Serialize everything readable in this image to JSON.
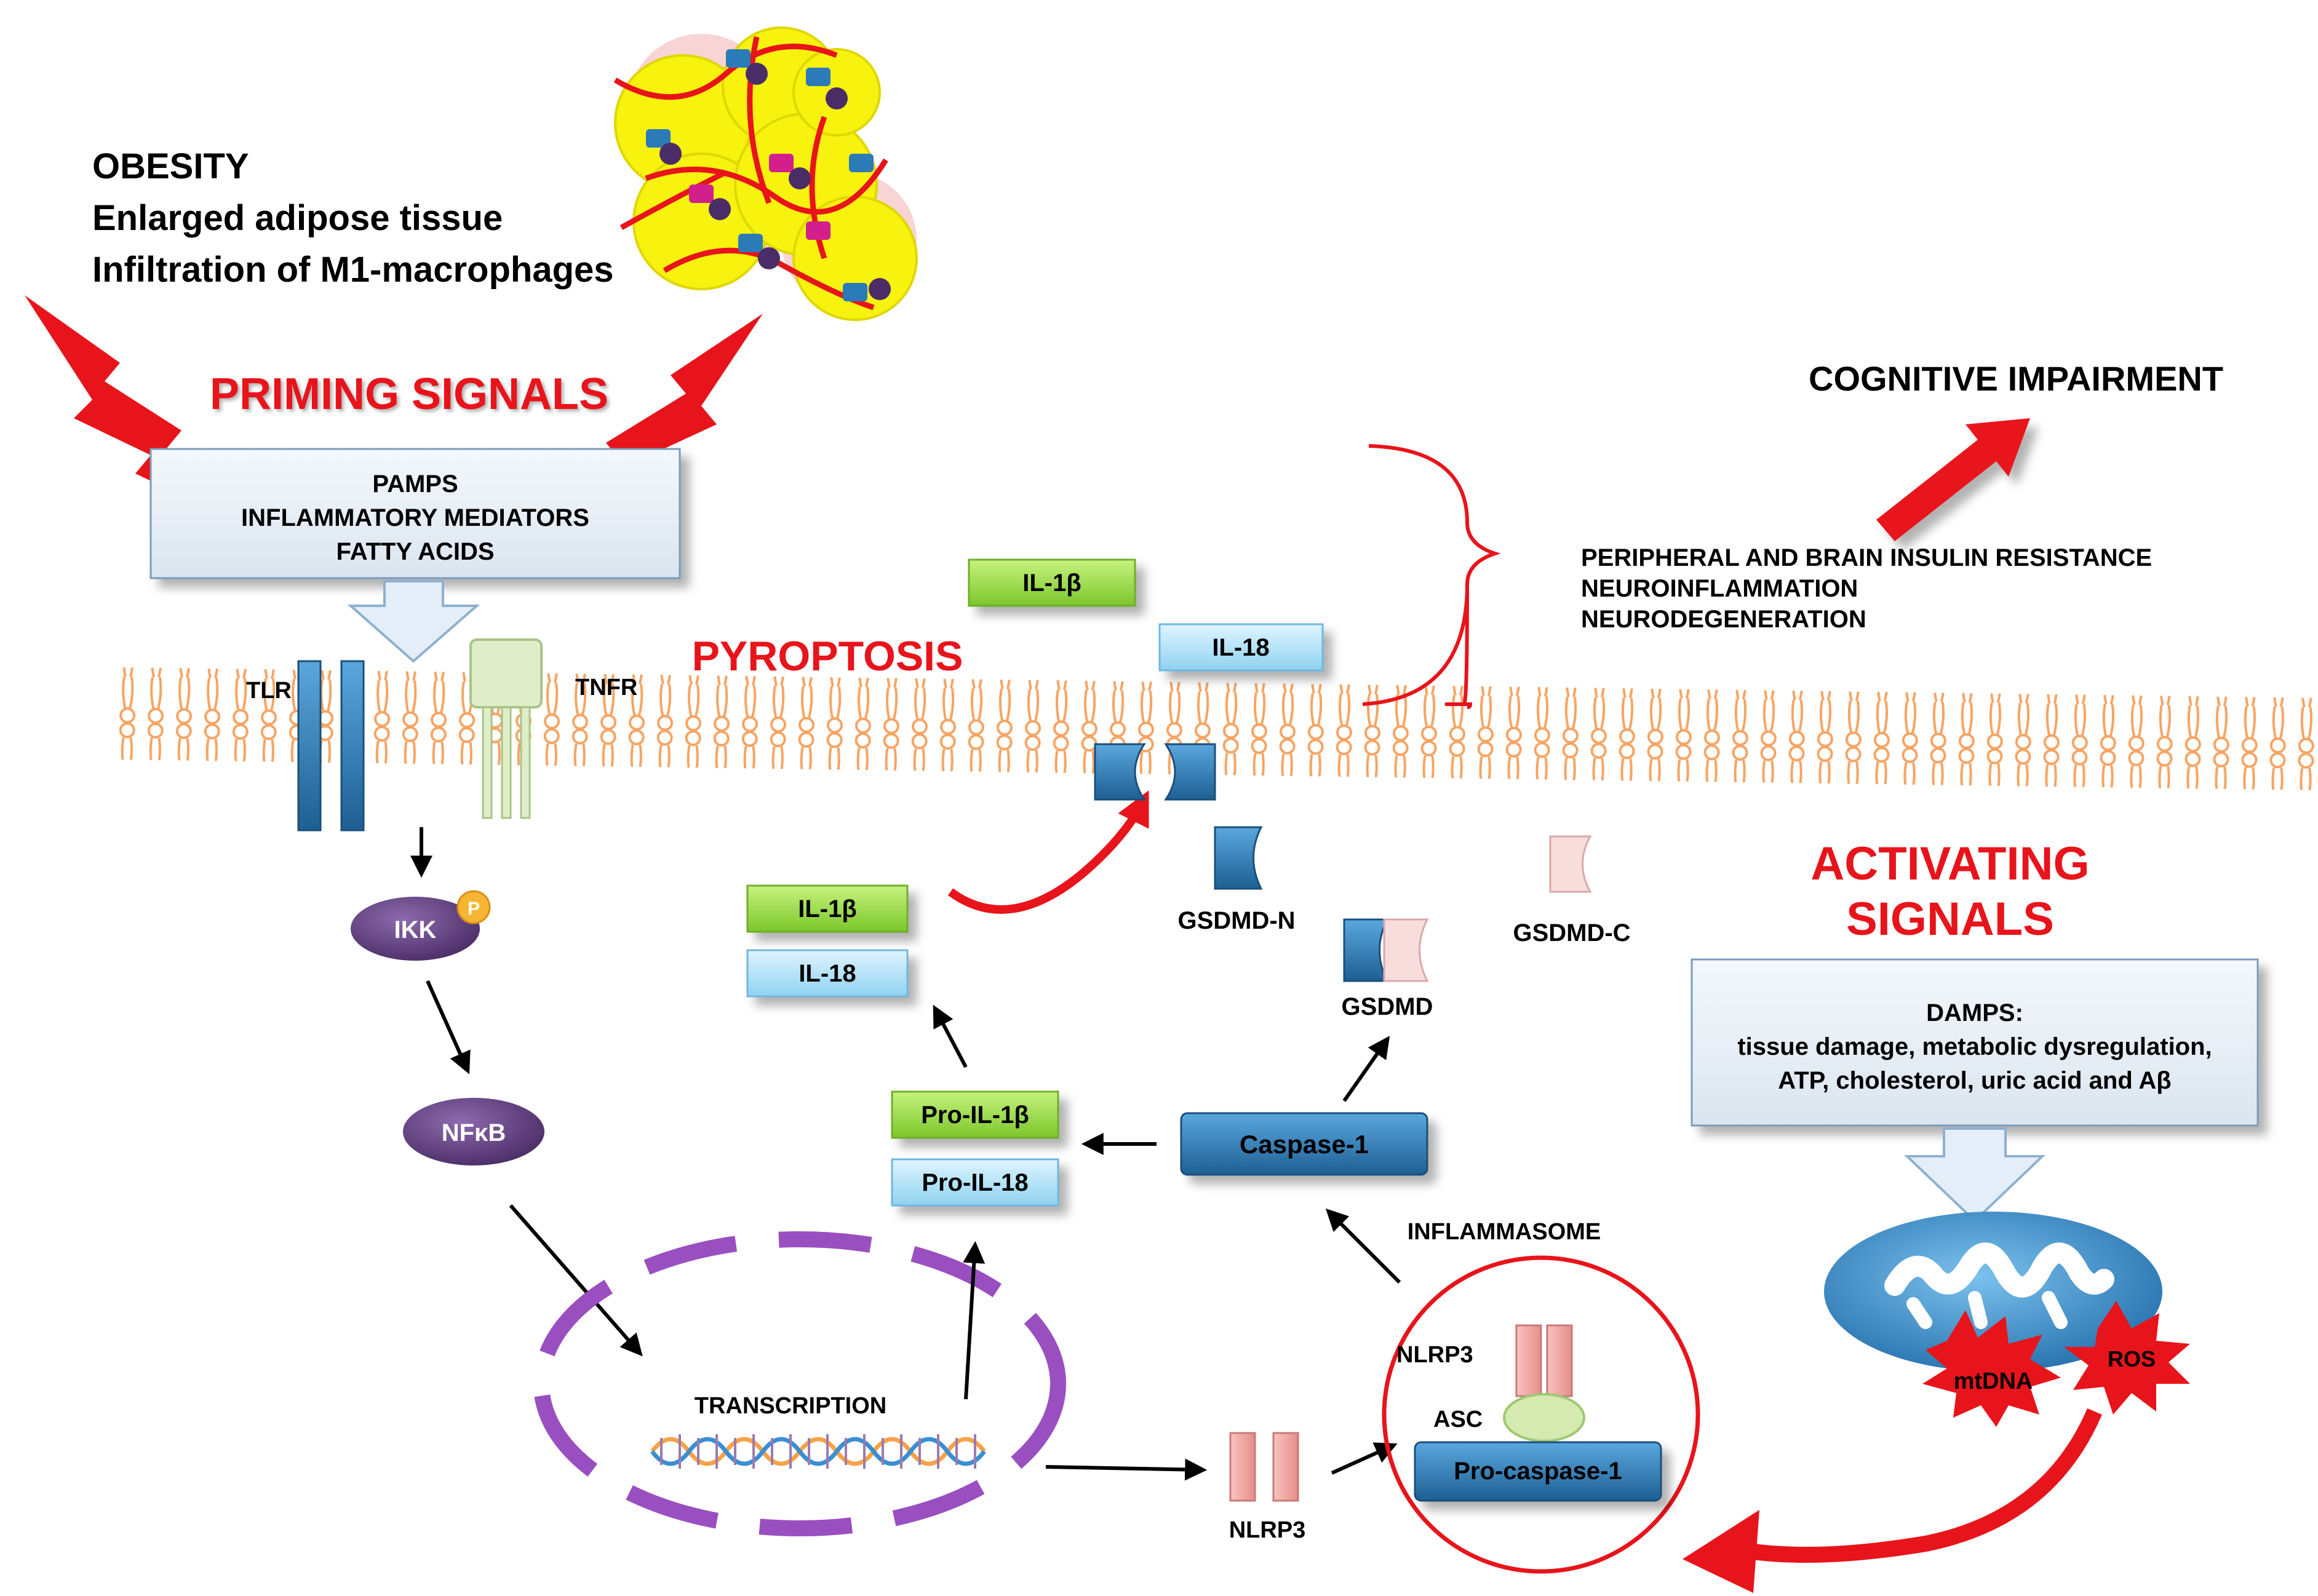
{
  "obesity": {
    "line1": "OBESITY",
    "line2": "Enlarged adipose tissue",
    "line3": "Infiltration of M1-macrophages"
  },
  "priming": {
    "title": "PRIMING SIGNALS",
    "box_line1": "PAMPS",
    "box_line2": "INFLAMMATORY MEDIATORS",
    "box_line3": "FATTY ACIDS"
  },
  "receptors": {
    "tlr": "TLR",
    "tnfr": "TNFR"
  },
  "signaling": {
    "ikk": "IKK",
    "phospho": "P",
    "nfkb": "NFκB"
  },
  "transcription": "TRANSCRIPTION",
  "pyroptosis": "PYROPTOSIS",
  "cytokines": {
    "il1b_out": "IL-1β",
    "il18_out": "IL-18",
    "il1b_in": "IL-1β",
    "il18_in": "IL-18",
    "pro_il1b": "Pro-IL-1β",
    "pro_il18": "Pro-IL-18"
  },
  "gasdermin": {
    "n": "GSDMD-N",
    "c": "GSDMD-C",
    "full": "GSDMD"
  },
  "caspase": "Caspase-1",
  "inflammasome": {
    "title": "INFLAMMASOME",
    "nlrp3": "NLRP3",
    "asc": "ASC",
    "procasp": "Pro-caspase-1"
  },
  "nlrp3_free": "NLRP3",
  "outcomes": {
    "title": "COGNITIVE IMPAIRMENT",
    "line1": "PERIPHERAL  AND BRAIN INSULIN RESISTANCE",
    "line2": "NEUROINFLAMMATION",
    "line3": "NEURODEGENERATION"
  },
  "activating": {
    "title1": "ACTIVATING",
    "title2": "SIGNALS",
    "box_line1": "DAMPS:",
    "box_line2": "tissue damage, metabolic dysregulation,",
    "box_line3": "ATP, cholesterol, uric acid and Aβ"
  },
  "mito": {
    "mtdna": "mtDNA",
    "ros": "ROS"
  },
  "colors": {
    "red": "#e8141b",
    "blue": "#2b7bb9",
    "green": "#8fd83a",
    "lightblue": "#aee0f7",
    "purple": "#5b3d7a",
    "pink": "#f3a6a6",
    "yellow": "#f7f20e",
    "membrane": "#f6a463"
  }
}
